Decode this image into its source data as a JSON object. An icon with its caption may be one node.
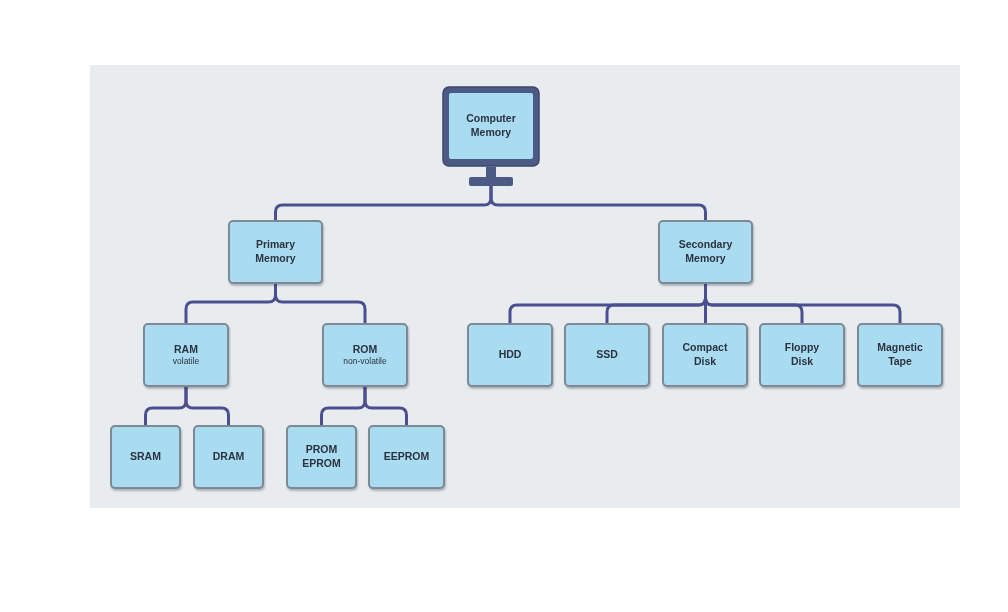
{
  "diagram": {
    "nodes": [
      {
        "text": [
          "Computer Memory"
        ]
      },
      {
        "text": [
          "Primary Memory"
        ]
      },
      {
        "text": [
          "Secondary Memory"
        ]
      },
      {
        "text": [
          "RAM",
          "volatile"
        ]
      },
      {
        "text": [
          "ROM",
          "non-volatile"
        ]
      },
      {
        "text": [
          "HDD"
        ]
      },
      {
        "text": [
          "SSD"
        ]
      },
      {
        "text": [
          "Compact Disk"
        ]
      },
      {
        "text": [
          "Floppy Disk"
        ]
      },
      {
        "text": [
          "Magnetic Tape"
        ]
      },
      {
        "text": [
          "SRAM"
        ]
      },
      {
        "text": [
          "DRAM"
        ]
      },
      {
        "text": [
          "PROM EPROM"
        ]
      },
      {
        "text": [
          "EEPROM"
        ]
      }
    ],
    "edges": [
      {
        "from": 0,
        "to": 1,
        "arrow": "none"
      },
      {
        "from": 0,
        "to": 2,
        "arrow": "none"
      },
      {
        "from": 1,
        "to": 3,
        "arrow": "none"
      },
      {
        "from": 1,
        "to": 4,
        "arrow": "none"
      },
      {
        "from": 2,
        "to": 5,
        "arrow": "none"
      },
      {
        "from": 2,
        "to": 6,
        "arrow": "none"
      },
      {
        "from": 2,
        "to": 7,
        "arrow": "none"
      },
      {
        "from": 2,
        "to": 8,
        "arrow": "none"
      },
      {
        "from": 2,
        "to": 9,
        "arrow": "none"
      },
      {
        "from": 3,
        "to": 10,
        "arrow": "none"
      },
      {
        "from": 3,
        "to": 11,
        "arrow": "none"
      },
      {
        "from": 4,
        "to": 12,
        "arrow": "none"
      },
      {
        "from": 4,
        "to": 13,
        "arrow": "none"
      }
    ]
  }
}
